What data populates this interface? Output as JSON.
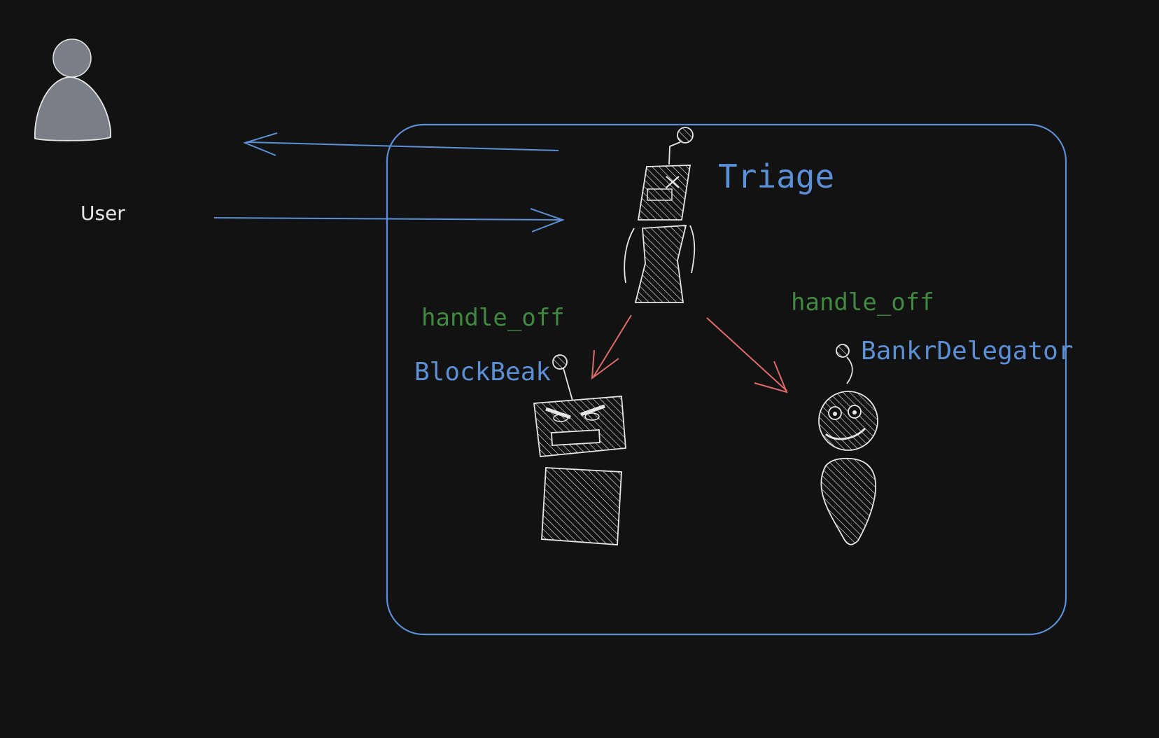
{
  "colors": {
    "background": "#121212",
    "accent_blue": "#5b8fd6",
    "label_green": "#3f8a3f",
    "arrow_red": "#e06a6a",
    "sketch_white": "#e6e6e6",
    "user_fill": "#7a7f87"
  },
  "user": {
    "label": "User",
    "icon": "user-icon"
  },
  "agents": {
    "triage": {
      "label": "Triage",
      "icon": "robot-triage-icon"
    },
    "blockbeak": {
      "label": "BlockBeak",
      "icon": "robot-blockbeak-icon"
    },
    "bankr": {
      "label": "BankrDelegator",
      "icon": "robot-bankr-icon"
    }
  },
  "edges": {
    "handoff_left": "handle_off",
    "handoff_right": "handle_off"
  }
}
